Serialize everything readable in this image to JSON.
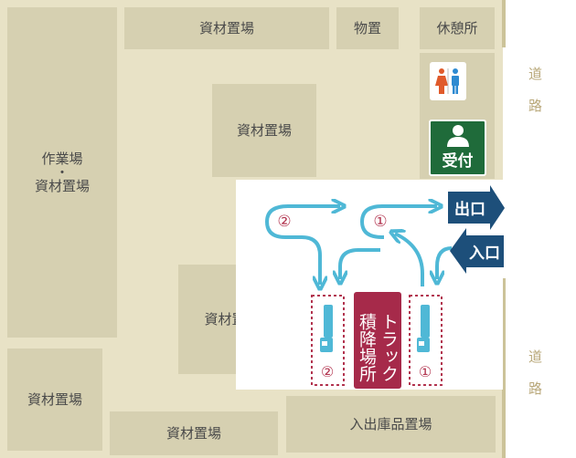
{
  "road": {
    "label": "道路"
  },
  "zones": {
    "work_area_line1": "作業場",
    "work_area_dot": "・",
    "work_area_line2": "資材置場",
    "material_top": "資材置場",
    "storage": "物置",
    "rest_area": "休憩所",
    "material_center": "資材置場",
    "material_mid_left": "資材置場",
    "material_bottom_left": "資材置場",
    "material_bottom": "資材置場",
    "inbound_warehouse": "入出庫品置場"
  },
  "reception": {
    "label": "受付",
    "icon": "person-icon"
  },
  "restroom": {
    "icon": "restroom-icon",
    "male_color": "#2d8ad1",
    "female_color": "#e05a2b"
  },
  "signs": {
    "exit": "出口",
    "entry": "入口"
  },
  "truck_area": {
    "label": "トラック積降場所",
    "label_col1": "トラック",
    "label_col2": "積降場所"
  },
  "bays": [
    {
      "id": "bay-1",
      "number": "①"
    },
    {
      "id": "bay-2",
      "number": "②"
    }
  ],
  "routes": {
    "route_1_number": "①",
    "route_2_number": "②"
  },
  "colors": {
    "background": "#e8e2c6",
    "zone": "#d6d0b1",
    "arrow": "#4fb8d6",
    "sign": "#1d4f7a",
    "truck_label": "#a62a4a",
    "reception": "#1f6b3a",
    "bay_outline": "#b2344f"
  }
}
